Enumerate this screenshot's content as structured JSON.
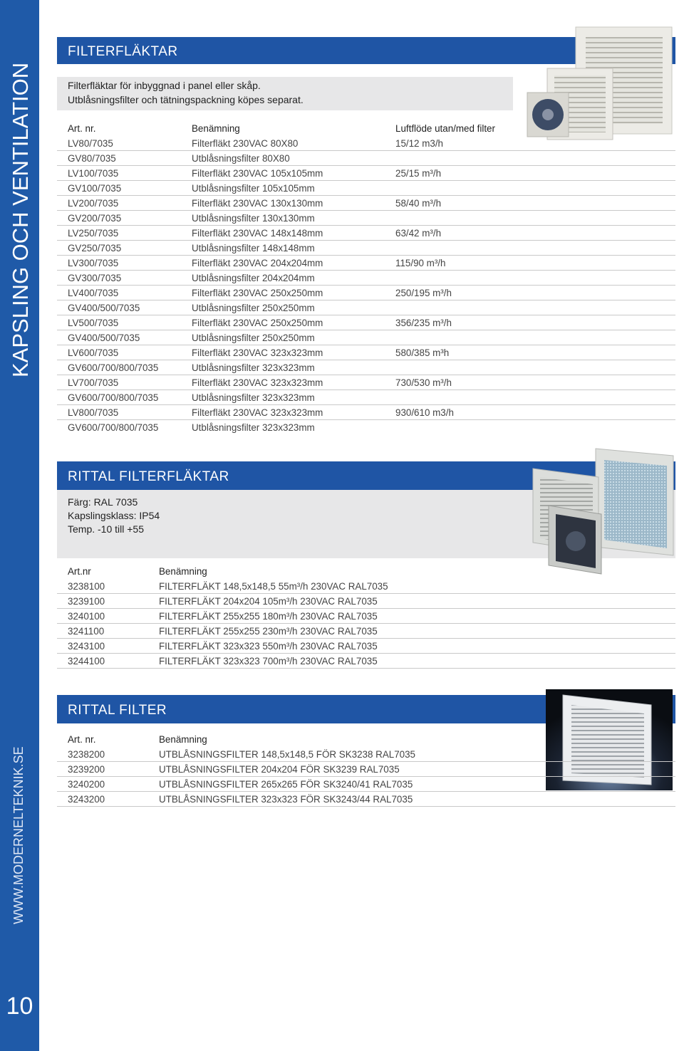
{
  "sidebar": {
    "title": "KAPSLING OCH VENTILATION",
    "url": "WWW.MODERNELTEKNIK.SE",
    "page_number": "10"
  },
  "section1": {
    "heading": "FILTERFLÄKTAR",
    "description_1": "Filterfläktar för inbyggnad i panel eller skåp.",
    "description_2": "Utblåsningsfilter och tätningspackning köpes separat.",
    "columns": [
      "Art. nr.",
      "Benämning",
      "Luftflöde utan/med filter"
    ],
    "rows": [
      [
        "LV80/7035",
        "Filterfläkt 230VAC 80X80",
        "15/12 m3/h"
      ],
      [
        "GV80/7035",
        "Utblåsningsfilter 80X80",
        ""
      ],
      [
        "LV100/7035",
        "Filterfläkt 230VAC 105x105mm",
        "25/15 m³/h"
      ],
      [
        "GV100/7035",
        "Utblåsningsfilter 105x105mm",
        ""
      ],
      [
        "LV200/7035",
        "Filterfläkt 230VAC 130x130mm",
        "58/40 m³/h"
      ],
      [
        "GV200/7035",
        "Utblåsningsfilter 130x130mm",
        ""
      ],
      [
        "LV250/7035",
        "Filterfläkt 230VAC 148x148mm",
        "63/42 m³/h"
      ],
      [
        "GV250/7035",
        "Utblåsningsfilter 148x148mm",
        ""
      ],
      [
        "LV300/7035",
        "Filterfläkt 230VAC 204x204mm",
        "115/90 m³/h"
      ],
      [
        "GV300/7035",
        "Utblåsningsfilter 204x204mm",
        ""
      ],
      [
        "LV400/7035",
        "Filterfläkt 230VAC 250x250mm",
        "250/195 m³/h"
      ],
      [
        "GV400/500/7035",
        "Utblåsningsfilter 250x250mm",
        ""
      ],
      [
        "LV500/7035",
        "Filterfläkt 230VAC 250x250mm",
        "356/235 m³/h"
      ],
      [
        "GV400/500/7035",
        "Utblåsningsfilter 250x250mm",
        ""
      ],
      [
        "LV600/7035",
        "Filterfläkt 230VAC 323x323mm",
        "580/385 m³h"
      ],
      [
        "GV600/700/800/7035",
        "Utblåsningsfilter 323x323mm",
        ""
      ],
      [
        "LV700/7035",
        "Filterfläkt 230VAC 323x323mm",
        "730/530 m³/h"
      ],
      [
        "GV600/700/800/7035",
        "Utblåsningsfilter 323x323mm",
        ""
      ],
      [
        "LV800/7035",
        "Filterfläkt 230VAC 323x323mm",
        "930/610 m3/h"
      ],
      [
        "GV600/700/800/7035",
        "Utblåsningsfilter 323x323mm",
        ""
      ]
    ]
  },
  "section2": {
    "heading": "RITTAL FILTERFLÄKTAR",
    "info_1": "Färg: RAL 7035",
    "info_2": "Kapslingsklass: IP54",
    "info_3": "Temp. -10 till +55",
    "columns": [
      "Art.nr",
      "Benämning"
    ],
    "rows": [
      [
        "3238100",
        "FILTERFLÄKT 148,5x148,5 55m³/h 230VAC RAL7035"
      ],
      [
        "3239100",
        "FILTERFLÄKT 204x204 105m³/h 230VAC RAL7035"
      ],
      [
        "3240100",
        "FILTERFLÄKT 255x255 180m³/h 230VAC RAL7035"
      ],
      [
        "3241100",
        "FILTERFLÄKT 255x255 230m³/h 230VAC RAL7035"
      ],
      [
        "3243100",
        "FILTERFLÄKT 323x323 550m³/h 230VAC RAL7035"
      ],
      [
        "3244100",
        "FILTERFLÄKT 323x323 700m³/h 230VAC RAL7035"
      ]
    ]
  },
  "section3": {
    "heading": "RITTAL FILTER",
    "columns": [
      "Art. nr.",
      "Benämning"
    ],
    "rows": [
      [
        "3238200",
        "UTBLÅSNINGSFILTER 148,5x148,5 FÖR SK3238 RAL7035"
      ],
      [
        "3239200",
        "UTBLÅSNINGSFILTER 204x204 FÖR SK3239 RAL7035"
      ],
      [
        "3240200",
        "UTBLÅSNINGSFILTER 265x265 FÖR SK3240/41 RAL7035"
      ],
      [
        "3243200",
        "UTBLÅSNINGSFILTER 323x323 FÖR SK3243/44 RAL7035"
      ]
    ]
  },
  "colors": {
    "sidebar_blue": "#1f5aa8",
    "banner_blue": "#1f55a5",
    "info_gray": "#e7e7e8"
  }
}
